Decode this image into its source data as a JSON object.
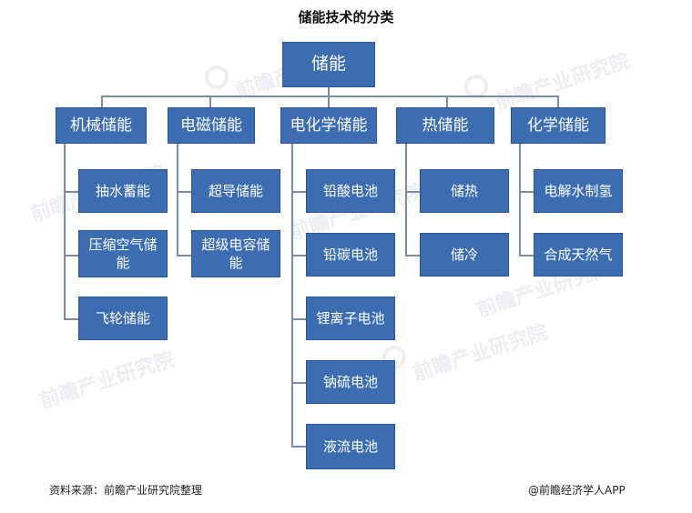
{
  "title": "储能技术的分类",
  "root": "储能",
  "categories": [
    {
      "label": "机械储能",
      "children": [
        "抽水蓄能",
        "压缩空气储能",
        "飞轮储能"
      ]
    },
    {
      "label": "电磁储能",
      "children": [
        "超导储能",
        "超级电容储能"
      ]
    },
    {
      "label": "电化学储能",
      "children": [
        "铅酸电池",
        "铅碳电池",
        "锂离子电池",
        "钠硫电池",
        "液流电池"
      ]
    },
    {
      "label": "热储能",
      "children": [
        "储热",
        "储冷"
      ]
    },
    {
      "label": "化学储能",
      "children": [
        "电解水制氢",
        "合成天然气"
      ]
    }
  ],
  "footer": {
    "source": "资料来源：前瞻产业研究院整理",
    "brand": "@前瞻经济学人APP"
  },
  "watermark": "前瞻产业研究院",
  "colors": {
    "node_fill": "#3c6db0",
    "node_border": "#2c548e",
    "connector": "#7b8da6"
  }
}
